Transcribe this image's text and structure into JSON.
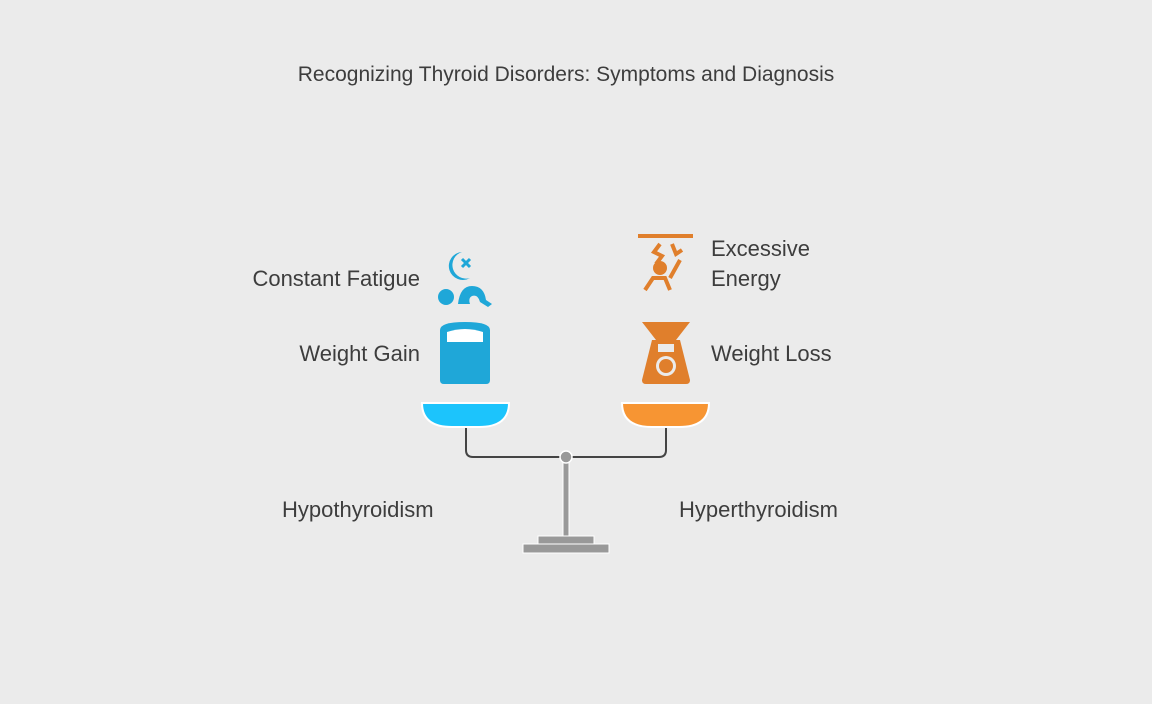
{
  "title": "Recognizing Thyroid Disorders: Symptoms and Diagnosis",
  "left": {
    "label": "Hypothyroidism",
    "color": "#1cc4fc",
    "icon_color": "#1fa7d8",
    "symptoms": [
      "Constant Fatigue",
      "Weight Gain"
    ]
  },
  "right": {
    "label": "Hyperthyroidism",
    "color": "#f79533",
    "icon_color": "#e07f2c",
    "symptoms": [
      "Excessive",
      "Energy",
      "Weight Loss"
    ]
  }
}
